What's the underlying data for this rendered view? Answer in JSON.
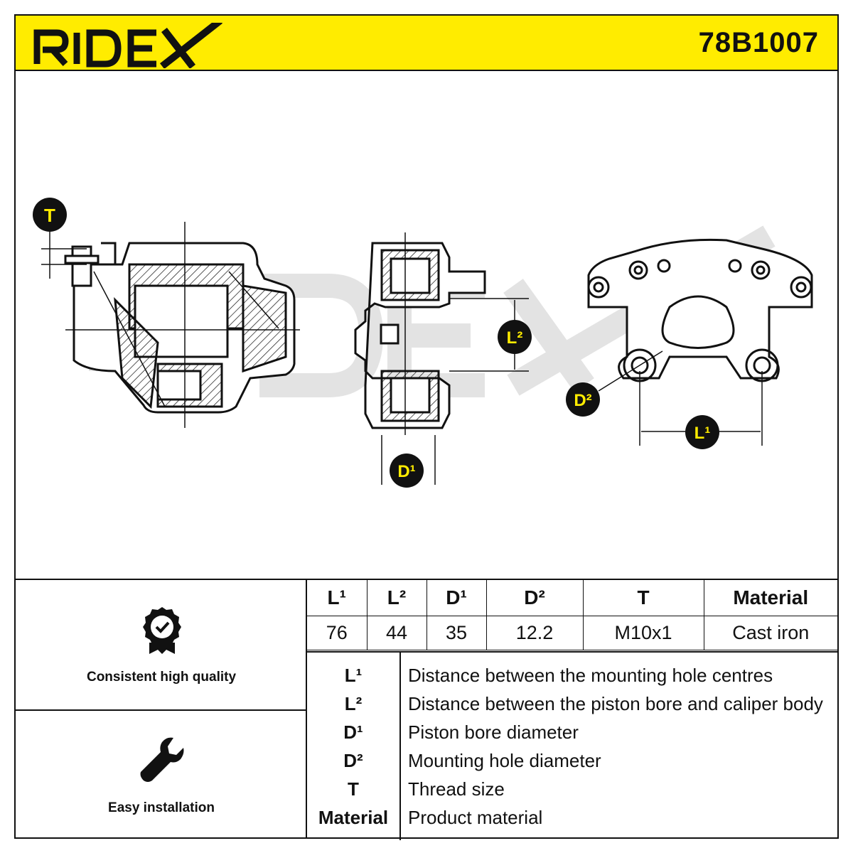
{
  "header": {
    "brand": "RIDEX",
    "part_number": "78B1007",
    "background_color": "#ffec00"
  },
  "drawing": {
    "callouts": {
      "T": "T",
      "L2": "L²",
      "D1": "D¹",
      "D2": "D²",
      "L1": "L¹"
    },
    "callout_fill": "#111111",
    "callout_text_color": "#ffec00"
  },
  "features": [
    {
      "icon": "quality-badge-icon",
      "label": "Consistent high quality"
    },
    {
      "icon": "wrench-icon",
      "label": "Easy installation"
    }
  ],
  "specs": {
    "headers": [
      "L¹",
      "L²",
      "D¹",
      "D²",
      "T",
      "Material"
    ],
    "values": [
      "76",
      "44",
      "35",
      "12.2",
      "M10x1",
      "Cast iron"
    ]
  },
  "legend": [
    {
      "key": "L¹",
      "description": "Distance between the mounting hole centres"
    },
    {
      "key": "L²",
      "description": "Distance between the piston bore and caliper body"
    },
    {
      "key": "D¹",
      "description": "Piston bore diameter"
    },
    {
      "key": "D²",
      "description": "Mounting hole diameter"
    },
    {
      "key": "T",
      "description": "Thread size"
    },
    {
      "key": "Material",
      "description": "Product material"
    }
  ]
}
